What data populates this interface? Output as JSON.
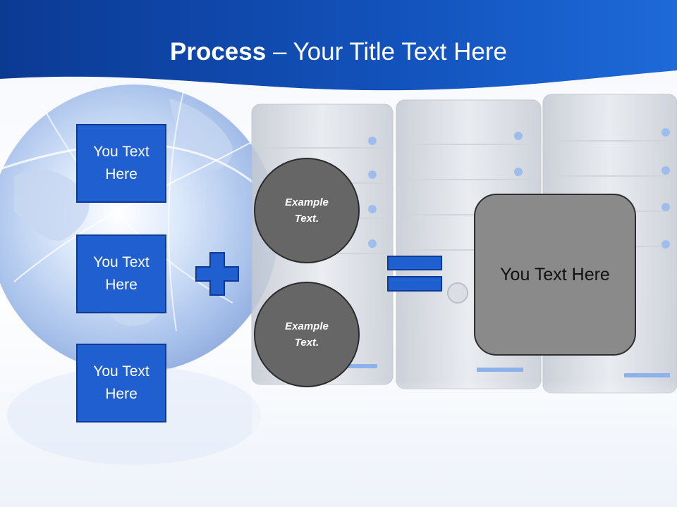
{
  "slide": {
    "title_bold": "Process",
    "title_separator": " – ",
    "title_rest": "Your Title Text Here"
  },
  "input_boxes": [
    {
      "label": "You Text Here"
    },
    {
      "label": "You Text Here"
    },
    {
      "label": "You Text Here"
    }
  ],
  "circles": [
    {
      "label": "Example Text."
    },
    {
      "label": "Example Text."
    }
  ],
  "result_box": {
    "label": "You Text Here"
  },
  "operators": [
    "plus-icon",
    "equals-icon"
  ],
  "colors": {
    "header_blue": "#0d44a8",
    "box_blue": "#1f5fcf",
    "circle_gray": "#666666",
    "result_gray": "#8a8a8a"
  }
}
